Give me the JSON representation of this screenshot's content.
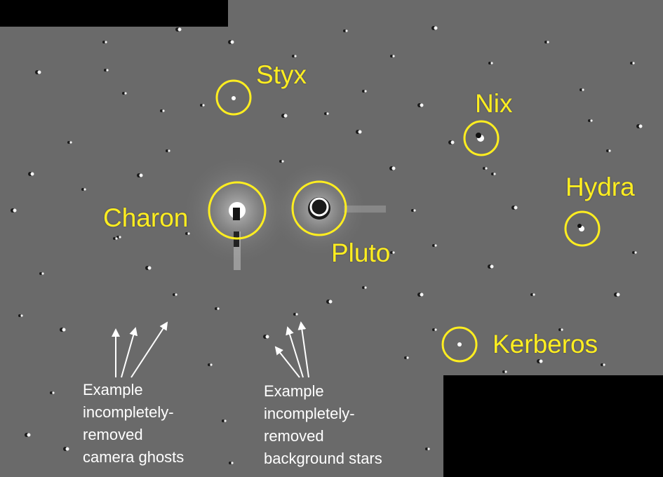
{
  "image": {
    "background_color": "#6a6a6a",
    "label_color": "#ffee20",
    "circle_color": "#ffee20",
    "annotation_color": "#ffffff",
    "mask_color": "#000000"
  },
  "labels": {
    "styx": "Styx",
    "nix": "Nix",
    "hydra": "Hydra",
    "charon": "Charon",
    "pluto": "Pluto",
    "kerberos": "Kerberos"
  },
  "annotations": {
    "ghosts": {
      "line1": "Example",
      "line2": "incompletely-",
      "line3": "removed",
      "line4": "camera ghosts"
    },
    "stars": {
      "line1": "Example",
      "line2": "incompletely-",
      "line3": "removed",
      "line4": "background stars"
    }
  }
}
